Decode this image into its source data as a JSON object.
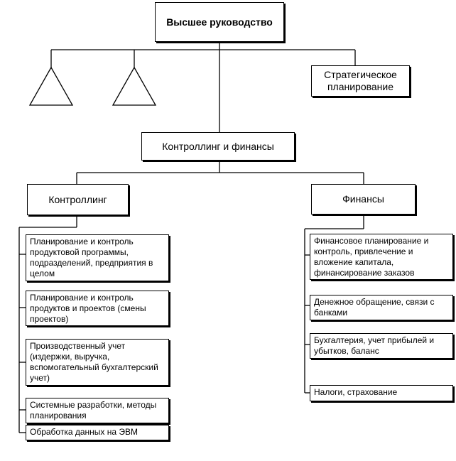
{
  "top": "Высшее руководство",
  "strategic": "Стратегическое планирование",
  "middle": "Контроллинг и финансы",
  "left_branch": {
    "title": "Контроллинг",
    "items": [
      "Планирование и контроль продуктовой программы, подразделений, предприятия в целом",
      "Планирование и контроль продуктов и проектов (смены проектов)",
      "Производственный учет (издержки, выручка, вспомогательный бухгалтерский учет)",
      "Системные разработки, методы планирования",
      "Обработка данных на ЭВМ"
    ]
  },
  "right_branch": {
    "title": "Финансы",
    "items": [
      "Финансовое планирование и контроль, привлечение и вложение капитала, финансирование заказов",
      "Денежное обращение, связи с банками",
      "Бухгалтерия, учет прибылей и убытков, баланс",
      "Налоги, страхование"
    ]
  }
}
